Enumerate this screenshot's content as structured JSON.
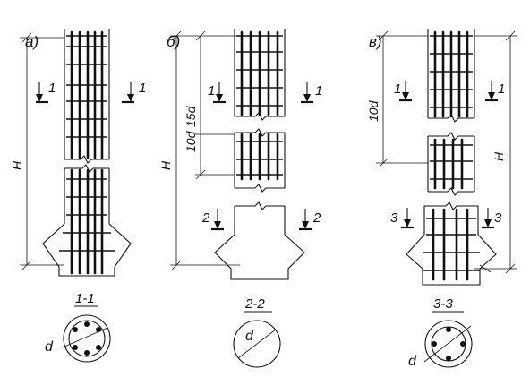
{
  "variants": [
    {
      "id": "a",
      "label": "а)",
      "height_label": "H",
      "section_mark": "1",
      "section_title": "1-1",
      "diameter_label": "d"
    },
    {
      "id": "b",
      "label": "б)",
      "height_label": "H",
      "length_label": "10d-15d",
      "section_mark_top": "1",
      "section_mark_bottom": "2",
      "section_title": "2-2",
      "diameter_label": "d"
    },
    {
      "id": "c",
      "label": "в)",
      "height_label": "H",
      "length_label": "10d",
      "section_mark_top": "1",
      "section_mark_bottom": "3",
      "section_title": "3-3",
      "diameter_label": "d"
    }
  ]
}
